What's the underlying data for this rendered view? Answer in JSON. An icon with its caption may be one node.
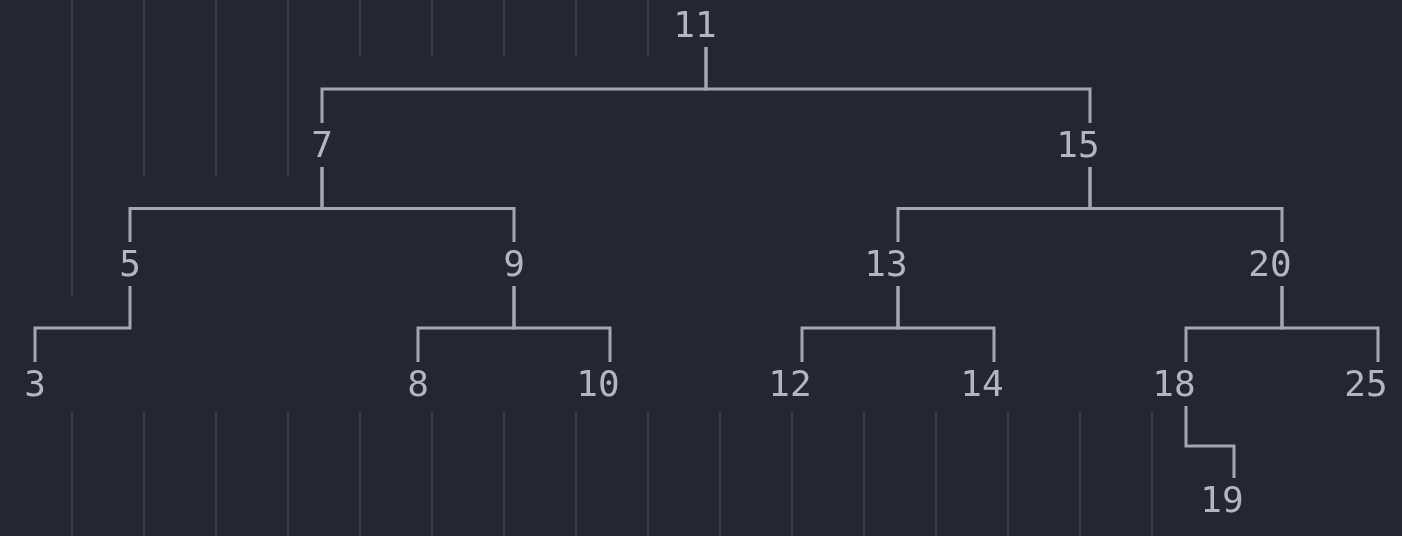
{
  "diagram": {
    "nodes": [
      {
        "text": [
          "11"
        ]
      },
      {
        "text": [
          "7"
        ]
      },
      {
        "text": [
          "15"
        ]
      },
      {
        "text": [
          "5"
        ]
      },
      {
        "text": [
          "9"
        ]
      },
      {
        "text": [
          "13"
        ]
      },
      {
        "text": [
          "20"
        ]
      },
      {
        "text": [
          "3"
        ]
      },
      {
        "text": [
          "8"
        ]
      },
      {
        "text": [
          "10"
        ]
      },
      {
        "text": [
          "12"
        ]
      },
      {
        "text": [
          "14"
        ]
      },
      {
        "text": [
          "18"
        ]
      },
      {
        "text": [
          "25"
        ]
      },
      {
        "text": [
          "19"
        ]
      }
    ],
    "edges": [
      {
        "from": 0,
        "to": 1,
        "arrow": "none"
      },
      {
        "from": 0,
        "to": 2,
        "arrow": "none"
      },
      {
        "from": 1,
        "to": 3,
        "arrow": "none"
      },
      {
        "from": 1,
        "to": 4,
        "arrow": "none"
      },
      {
        "from": 2,
        "to": 5,
        "arrow": "none"
      },
      {
        "from": 2,
        "to": 6,
        "arrow": "none"
      },
      {
        "from": 3,
        "to": 7,
        "arrow": "none"
      },
      {
        "from": 4,
        "to": 8,
        "arrow": "none"
      },
      {
        "from": 4,
        "to": 9,
        "arrow": "none"
      },
      {
        "from": 5,
        "to": 10,
        "arrow": "none"
      },
      {
        "from": 5,
        "to": 11,
        "arrow": "none"
      },
      {
        "from": 6,
        "to": 12,
        "arrow": "none"
      },
      {
        "from": 6,
        "to": 13,
        "arrow": "none"
      },
      {
        "from": 12,
        "to": 14,
        "arrow": "none"
      }
    ]
  }
}
